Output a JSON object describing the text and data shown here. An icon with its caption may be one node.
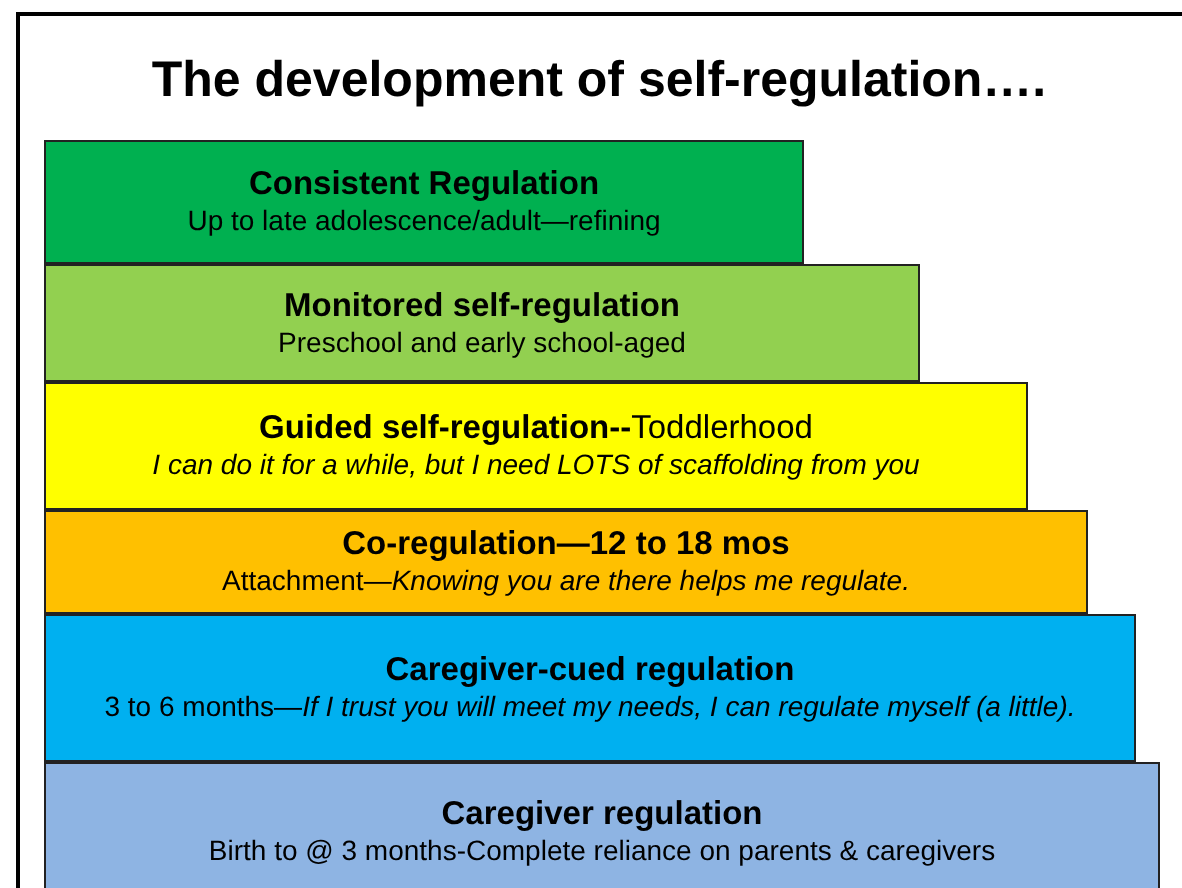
{
  "diagram": {
    "title": "The development of self-regulation….",
    "nodes": [
      {
        "text": [
          "Consistent Regulation",
          "Up to late adolescence/adult—refining"
        ]
      },
      {
        "text": [
          "Monitored self-regulation",
          "Preschool and early school-aged"
        ]
      },
      {
        "text": [
          "**Guided self-regulation--**Toddlerhood",
          "I can do it for a while, but I need LOTS of scaffolding from you"
        ]
      },
      {
        "text": [
          "Co-regulation—12 to 18 mos",
          "Attachment—*Knowing you are there helps me regulate.*"
        ]
      },
      {
        "text": [
          "Caregiver-cued regulation",
          "3 to 6 months—*If I trust you will meet my needs, I can regulate myself (a little).*"
        ]
      },
      {
        "text": [
          "Caregiver regulation",
          "Birth to @ 3 months-Complete reliance on parents & caregivers"
        ]
      }
    ]
  }
}
